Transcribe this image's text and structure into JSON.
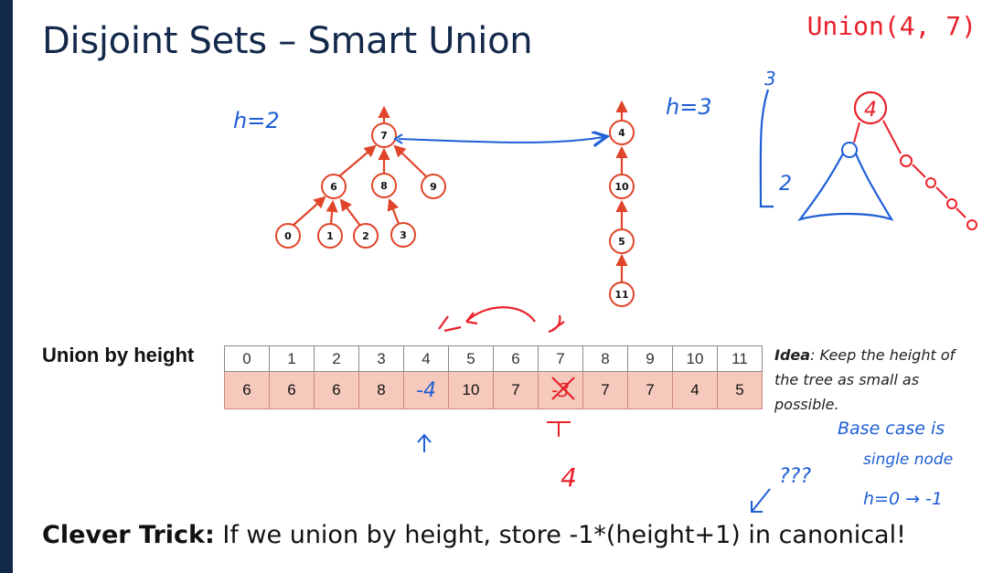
{
  "slide": {
    "title": "Disjoint Sets – Smart Union",
    "call": "Union(4, 7)",
    "section_label": "Union by height"
  },
  "tree_left": {
    "nodes": [
      "7",
      "6",
      "8",
      "9",
      "0",
      "1",
      "2",
      "3"
    ]
  },
  "tree_right": {
    "nodes": [
      "4",
      "10",
      "5",
      "11"
    ]
  },
  "array": {
    "indices": [
      "0",
      "1",
      "2",
      "3",
      "4",
      "5",
      "6",
      "7",
      "8",
      "9",
      "10",
      "11"
    ],
    "values": [
      "6",
      "6",
      "6",
      "8",
      "",
      "10",
      "7",
      "",
      "7",
      "7",
      "4",
      "5"
    ]
  },
  "idea": {
    "label": "Idea",
    "text": ": Keep the height of the tree as small as possible."
  },
  "trick": {
    "label": "Clever Trick:",
    "text": " If we union by height, store -1*(height+1) in canonical!"
  },
  "annotations": {
    "h_left": "h=2",
    "h_right": "h=3",
    "bracket_top": "3",
    "bracket_side": "2",
    "sketch_root": "4",
    "cell4_new": "-4",
    "cell7_old": "-3",
    "cell7_new": "4",
    "base_case_1": "Base case is",
    "base_case_2": "single node",
    "base_case_3": "h=0 → -1",
    "question": "???"
  },
  "colors": {
    "title": "#13294b",
    "accent_red": "#e8212b",
    "ink_blue": "#1f5fd6",
    "node_red": "#e0452a",
    "cell_fill": "#f6c9bd"
  }
}
